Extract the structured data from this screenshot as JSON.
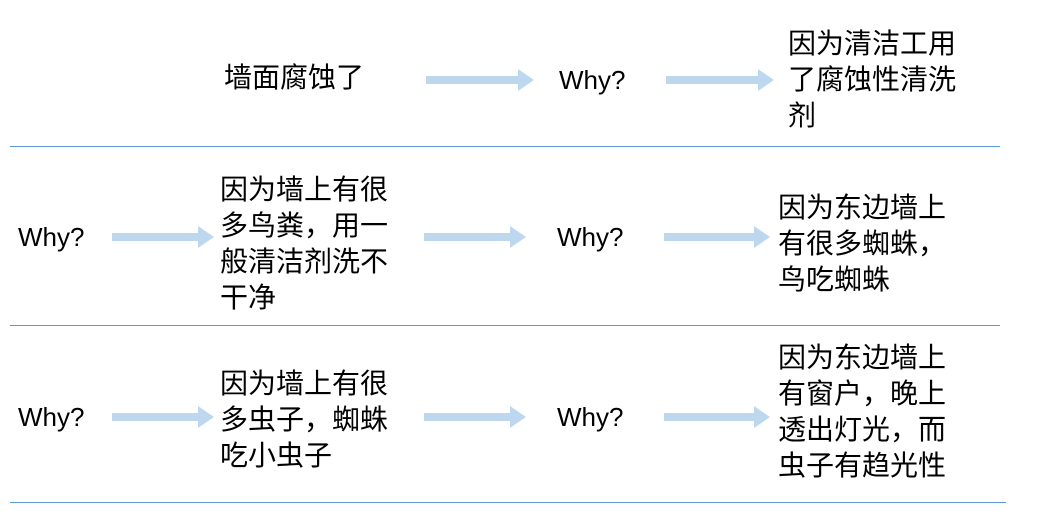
{
  "colors": {
    "arrow": "#bdd7ee",
    "divider": "#5b9bd5",
    "text": "#000000"
  },
  "rows": [
    {
      "start_text": "",
      "cause_text": "墙面腐蚀了",
      "middle_label": "Why?",
      "result_text": "因为清洁工用\n了腐蚀性清洗\n剂"
    },
    {
      "start_text": "Why?",
      "cause_text": "因为墙上有很\n多鸟粪，用一\n般清洁剂洗不\n干净",
      "middle_label": "Why?",
      "result_text": "因为东边墙上\n有很多蜘蛛，\n鸟吃蜘蛛"
    },
    {
      "start_text": "Why?",
      "cause_text": "因为墙上有很\n多虫子，蜘蛛\n吃小虫子",
      "middle_label": "Why?",
      "result_text": "因为东边墙上\n有窗户，晚上\n透出灯光，而\n虫子有趋光性"
    }
  ]
}
